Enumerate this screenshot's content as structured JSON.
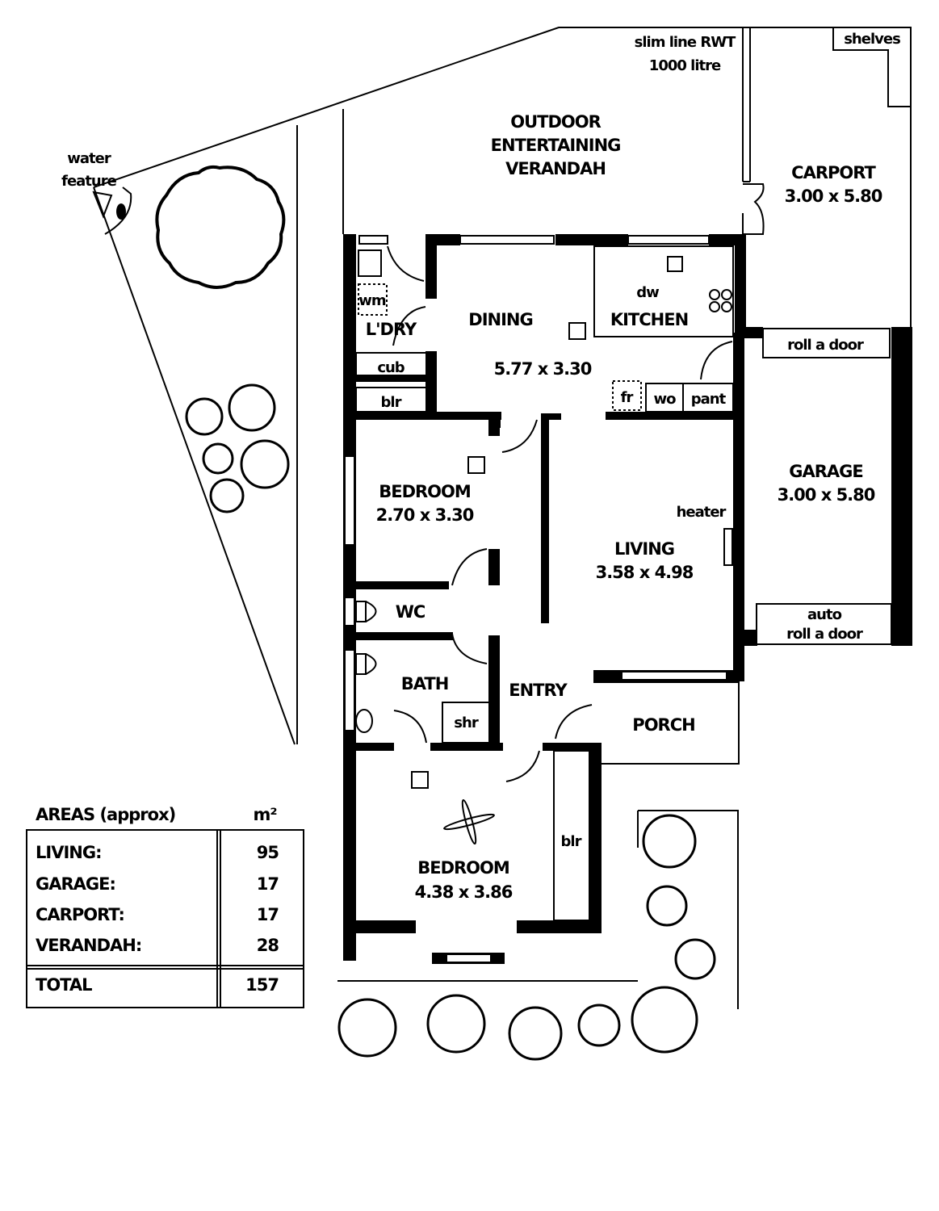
{
  "plan": {
    "outdoor": {
      "rwt_line1": "slim line RWT",
      "rwt_line2": "1000 litre",
      "shelves": "shelves",
      "verandah_line1": "OUTDOOR",
      "verandah_line2": "ENTERTAINING",
      "verandah_line3": "VERANDAH",
      "carport_name": "CARPORT",
      "carport_size": "3.00 x 5.80",
      "water_feature_line1": "water",
      "water_feature_line2": "feature"
    },
    "rooms": {
      "laundry": "L'DRY",
      "wm": "wm",
      "cub": "cub",
      "blr_top": "blr",
      "dining_name": "DINING",
      "dining_size": "5.77 x 3.30",
      "kitchen_name": "KITCHEN",
      "dw": "dw",
      "fr": "fr",
      "wo": "wo",
      "pant": "pant",
      "roll_door": "roll a door",
      "garage_name": "GARAGE",
      "garage_size": "3.00 x 5.80",
      "auto_line1": "auto",
      "auto_line2": "roll a door",
      "bedroom2_name": "BEDROOM",
      "bedroom2_size": "2.70 x 3.30",
      "living_name": "LIVING",
      "living_size": "3.58 x 4.98",
      "heater": "heater",
      "wc": "WC",
      "bath": "BATH",
      "shr": "shr",
      "entry": "ENTRY",
      "porch": "PORCH",
      "bedroom1_name": "BEDROOM",
      "bedroom1_size": "4.38 x 3.86",
      "blr_bottom": "blr"
    }
  },
  "areas_table": {
    "title": "AREAS (approx)",
    "unit": "m²",
    "rows": [
      {
        "label": "LIVING:",
        "value": "95"
      },
      {
        "label": "GARAGE:",
        "value": "17"
      },
      {
        "label": "CARPORT:",
        "value": "17"
      },
      {
        "label": "VERANDAH:",
        "value": "28"
      }
    ],
    "total_label": "TOTAL",
    "total_value": "157"
  }
}
